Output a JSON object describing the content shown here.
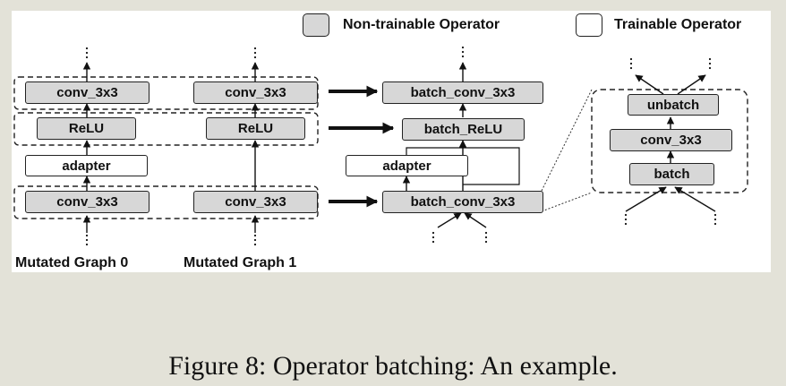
{
  "legend": {
    "non_trainable": "Non-trainable Operator",
    "trainable": "Trainable Operator"
  },
  "graph0": {
    "label": "Mutated Graph 0",
    "conv_top": "conv_3x3",
    "relu": "ReLU",
    "adapter": "adapter",
    "conv_bottom": "conv_3x3"
  },
  "graph1": {
    "label": "Mutated Graph 1",
    "conv_top": "conv_3x3",
    "relu": "ReLU",
    "conv_bottom": "conv_3x3"
  },
  "batched": {
    "conv_top": "batch_conv_3x3",
    "relu": "batch_ReLU",
    "adapter": "adapter",
    "conv_bottom": "batch_conv_3x3"
  },
  "detail": {
    "unbatch": "unbatch",
    "conv": "conv_3x3",
    "batch": "batch"
  },
  "caption": "Figure 8: Operator batching: An example.",
  "colors": {
    "non_trainable_fill": "#d7d7d7",
    "trainable_fill": "#ffffff",
    "background": "#e3e2d8"
  }
}
